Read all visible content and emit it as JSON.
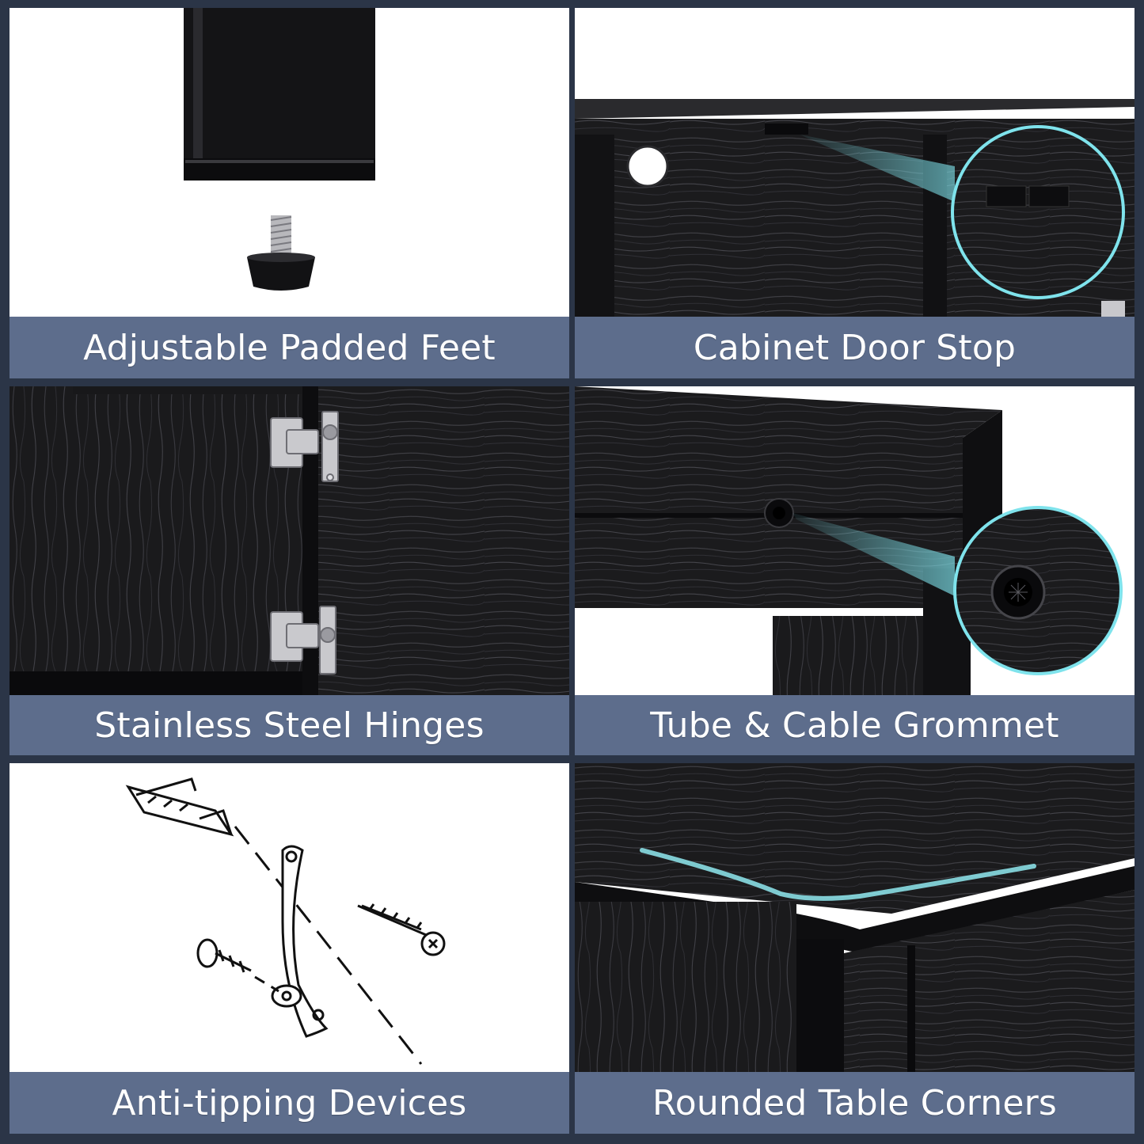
{
  "features": [
    {
      "caption": "Adjustable Padded Feet",
      "icon": "adjustable-foot"
    },
    {
      "caption": "Cabinet Door Stop",
      "icon": "door-stop"
    },
    {
      "caption": "Stainless Steel Hinges",
      "icon": "hinge"
    },
    {
      "caption": "Tube & Cable Grommet",
      "icon": "cable-grommet"
    },
    {
      "caption": "Anti-tipping Devices",
      "icon": "anti-tip-kit"
    },
    {
      "caption": "Rounded Table Corners",
      "icon": "rounded-corner"
    }
  ],
  "colors": {
    "frame": "#2b3547",
    "caption_band": "#5d6d8c",
    "caption_text": "#ffffff",
    "wood": "#1c1c1e",
    "highlight": "#7fe3ec"
  }
}
